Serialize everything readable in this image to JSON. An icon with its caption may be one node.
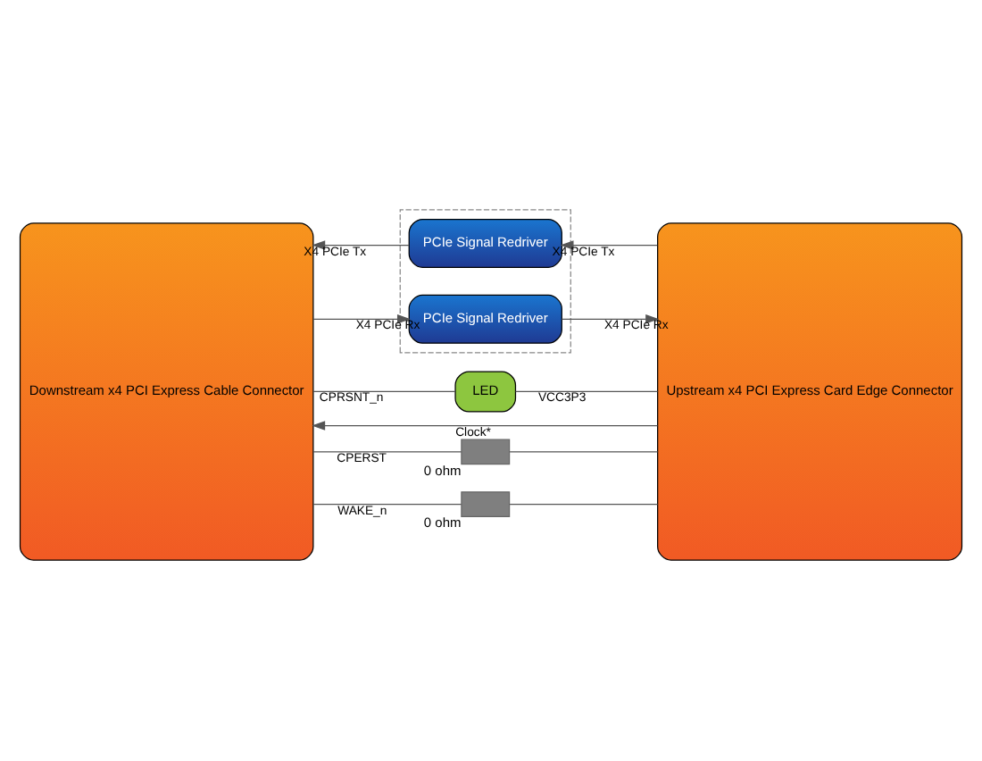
{
  "diagram": {
    "nodes": [
      {
        "text": [
          "Downstream x4 PCI Express Cable Connector"
        ]
      },
      {
        "text": [
          "Upstream x4 PCI Express Card Edge Connector"
        ]
      },
      {
        "text": [],
        "shape": "box"
      },
      {
        "text": [
          "PCIe Signal Redriver"
        ],
        "in": 2
      },
      {
        "text": [
          "PCIe Signal Redriver"
        ],
        "in": 2
      },
      {
        "text": [
          "LED"
        ]
      },
      {
        "text": [],
        "shape": "box",
        "beside": [
          "0 ohm"
        ]
      },
      {
        "text": [],
        "shape": "box",
        "beside": [
          "0 ohm"
        ]
      }
    ],
    "edges": [
      {
        "from": 1,
        "to": 0,
        "arrow": "to",
        "label": "Clock*"
      },
      {
        "from": 1,
        "to": 3,
        "arrow": "to",
        "label": "X4 PCIe Tx"
      },
      {
        "from": 3,
        "to": 0,
        "arrow": "to",
        "label": "X4 PCIe Tx"
      },
      {
        "from": 0,
        "to": 4,
        "arrow": "to",
        "label": "X4 PCIe Rx"
      },
      {
        "from": 4,
        "to": 1,
        "arrow": "to",
        "label": "X4 PCIe Rx"
      },
      {
        "from": 0,
        "to": 5,
        "arrow": "none",
        "label": "CPRSNT_n"
      },
      {
        "from": 5,
        "to": 1,
        "arrow": "none",
        "label": "VCC3P3"
      },
      {
        "from": 0,
        "to": 6,
        "arrow": "none",
        "label": "CPERST"
      },
      {
        "from": 6,
        "to": 1,
        "arrow": "none"
      },
      {
        "from": 0,
        "to": 7,
        "arrow": "none",
        "label": "WAKE_n"
      },
      {
        "from": 7,
        "to": 1,
        "arrow": "none"
      }
    ]
  }
}
